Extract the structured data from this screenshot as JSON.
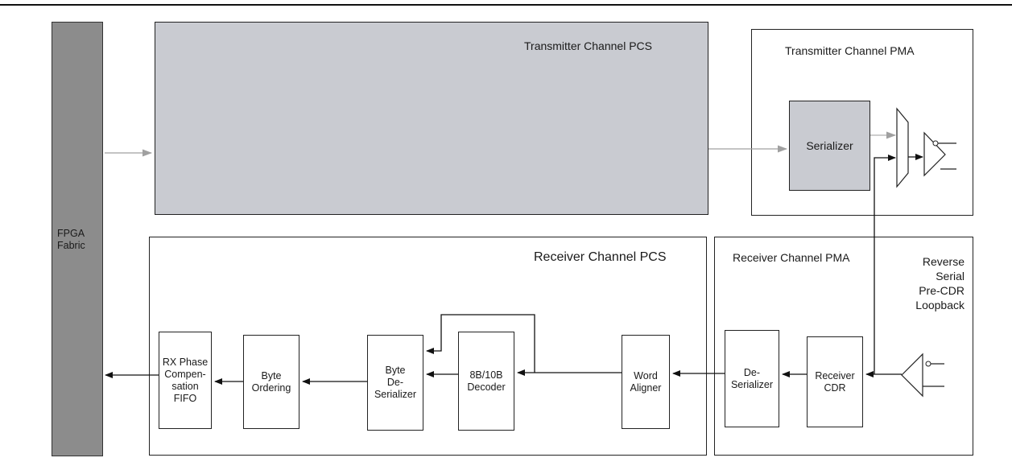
{
  "fabric": {
    "label": "FPGA\nFabric"
  },
  "tx_pcs": {
    "title": "Transmitter Channel PCS"
  },
  "tx_pma": {
    "title": "Transmitter Channel PMA",
    "serializer": "Serializer"
  },
  "rx_pcs": {
    "title": "Receiver Channel PCS",
    "blocks": {
      "phase_fifo": "RX Phase\nCompen-\nsation\nFIFO",
      "byte_ordering": "Byte\nOrdering",
      "byte_deserializer": "Byte\nDe-\nSerializer",
      "decoder": "8B/10B\nDecoder",
      "word_aligner": "Word\nAligner"
    }
  },
  "rx_pma": {
    "title": "Receiver Channel PMA",
    "deserializer": "De-\nSerializer",
    "cdr": "Receiver\nCDR"
  },
  "loopback": {
    "label": "Reverse\nSerial\nPre-CDR\nLoopback"
  },
  "colors": {
    "pcs_fill": "#c9cbd1",
    "fabric_fill": "#8c8c8c",
    "active_wire": "#111111",
    "inactive_wire": "#a0a0a0"
  }
}
